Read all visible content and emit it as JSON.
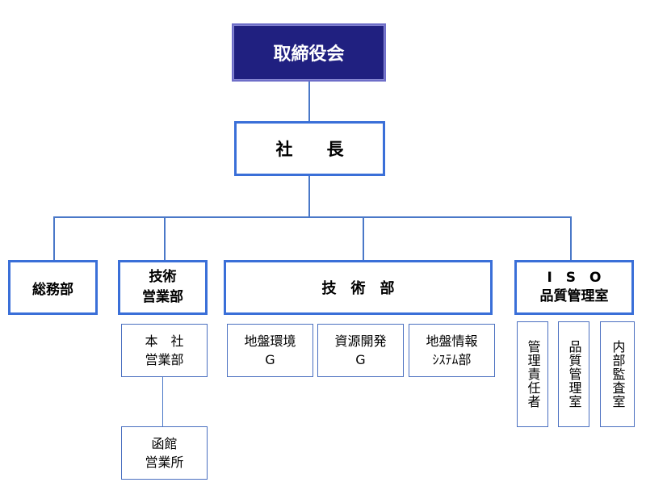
{
  "org": {
    "board": "取締役会",
    "president": "社　　長",
    "soumu": "総務部",
    "gijutsu_eigyo": "技術\n営業部",
    "gijutsu": "技　術　部",
    "iso": "I　S　O\n品質管理室",
    "honsha": "本　社\n営業部",
    "hakodate": "函館\n営業所",
    "jiban_kankyo": "地盤環境\nG",
    "shigen": "資源開発\nG",
    "jiban_joho": "地盤情報\nｼｽﾃﾑ部",
    "kanri": "管理責任者",
    "hinshitsu": "品質管理室",
    "naibu": "内部監査室"
  },
  "colors": {
    "board_fill": "#202080",
    "box_border": "#3a6fd8",
    "line": "#4a78c8"
  }
}
